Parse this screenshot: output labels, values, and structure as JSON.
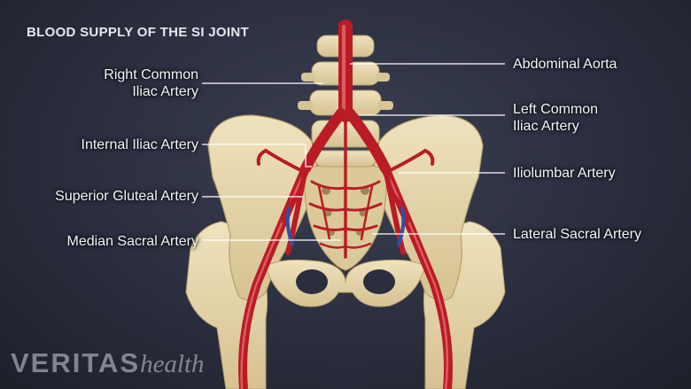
{
  "title": "BLOOD SUPPLY OF THE SI JOINT",
  "labels": {
    "right_common_iliac_line1": "Right Common",
    "right_common_iliac_line2": "Iliac Artery",
    "internal_iliac": "Internal Iliac Artery",
    "superior_gluteal": "Superior Gluteal Artery",
    "median_sacral": "Median Sacral Artery",
    "abdominal_aorta": "Abdominal Aorta",
    "left_common_iliac_line1": "Left Common",
    "left_common_iliac_line2": "Iliac Artery",
    "iliolumbar": "Iliolumbar Artery",
    "lateral_sacral": "Lateral Sacral Artery"
  },
  "logo": {
    "brand": "VERITAS",
    "sub": "health"
  },
  "colors": {
    "background": "#2a2e3e",
    "bone": "#e8d9b0",
    "bone_shadow": "#cdb987",
    "artery": "#c8242e",
    "artery_highlight": "#e56068",
    "leader_line": "#ffffff"
  }
}
